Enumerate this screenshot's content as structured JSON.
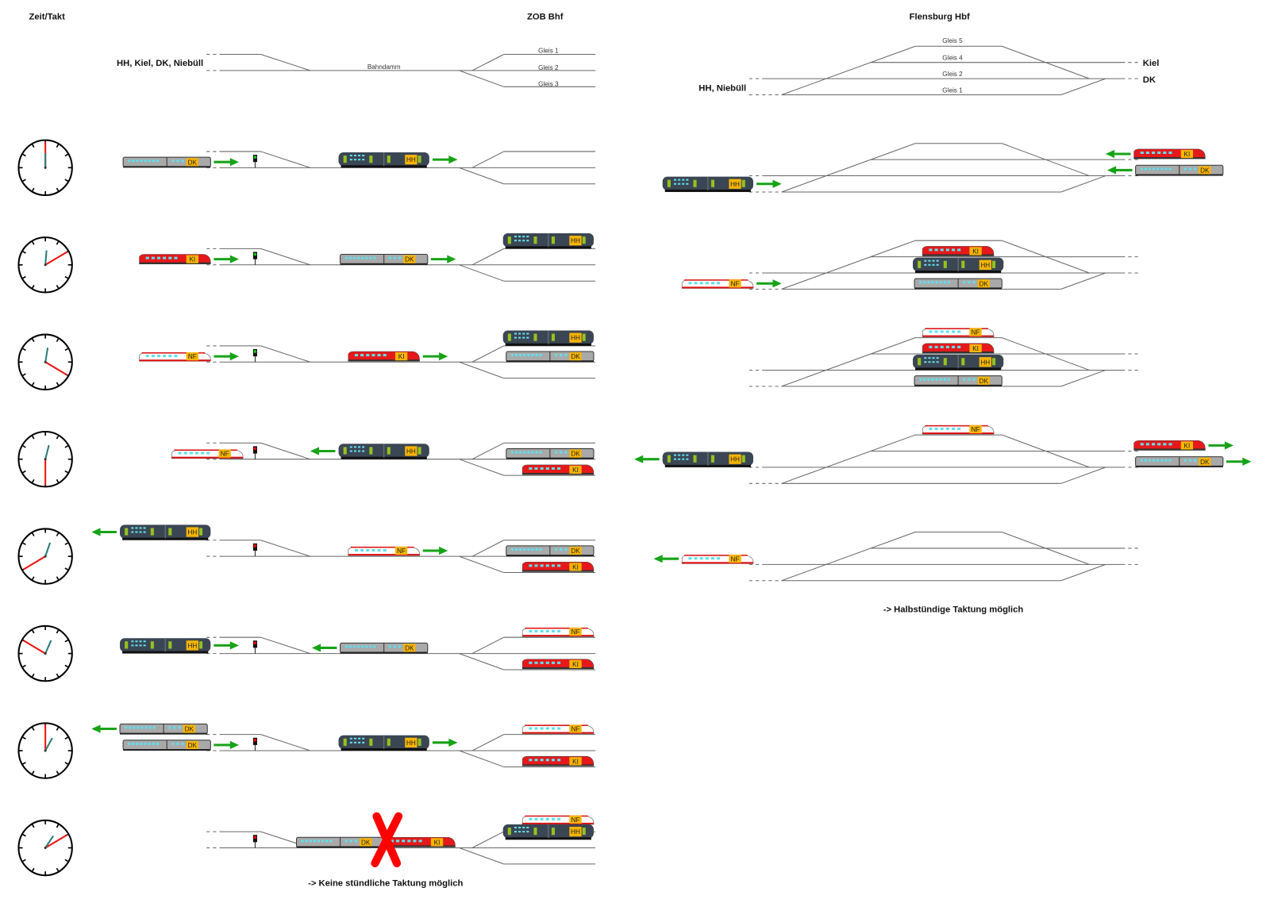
{
  "headers": {
    "time": "Zeit/Takt",
    "zob": "ZOB Bhf",
    "flensburg": "Flensburg Hbf"
  },
  "zob": {
    "directions": "HH, Kiel, DK, Niebüll",
    "bahndamm": "Bahndamm",
    "tracks": [
      "Gleis 1",
      "Gleis 2",
      "Gleis 3"
    ]
  },
  "flensburg": {
    "west_directions": "HH, Niebüll",
    "east_kiel": "Kiel",
    "east_dk": "DK",
    "tracks": {
      "g5": "Gleis 5",
      "g4": "Gleis 4",
      "g2": "Gleis 2",
      "g1": "Gleis 1"
    }
  },
  "conclusions": {
    "zob": "-> Keine stündliche Taktung möglich",
    "flensburg": "-> Halbstündige Taktung möglich"
  },
  "colors": {
    "hh": "#3b4654",
    "dk": "#a9a9a9",
    "ki": "#e5191b",
    "nf": "#ffffff",
    "tag": "#f7b500",
    "arrow": "#17a317",
    "minute_hand": "#ee1111",
    "hour_hand": "#2b7b7b"
  },
  "steps": [
    {
      "clock": {
        "hour": 12,
        "minute": 0
      },
      "signal": "green",
      "zob_trains": [
        {
          "type": "dk",
          "label": "DK",
          "loc": "approach",
          "dir": "right"
        },
        {
          "type": "hh",
          "label": "HH",
          "loc": "bahndamm",
          "dir": "right"
        }
      ],
      "flb_trains": [
        {
          "type": "hh",
          "label": "HH",
          "loc": "west-g1",
          "dir": "right"
        },
        {
          "type": "ki",
          "label": "KI",
          "loc": "east-g4",
          "dir": "left"
        },
        {
          "type": "dk",
          "label": "DK",
          "loc": "east-g2",
          "dir": "left"
        }
      ]
    },
    {
      "clock": {
        "hour": 12,
        "minute": 10
      },
      "signal": "green",
      "zob_trains": [
        {
          "type": "ki",
          "label": "KI",
          "loc": "approach",
          "dir": "right"
        },
        {
          "type": "dk",
          "label": "DK",
          "loc": "bahndamm",
          "dir": "right"
        },
        {
          "type": "hh",
          "label": "HH",
          "loc": "g1",
          "dir": null
        }
      ],
      "flb_trains": [
        {
          "type": "ki",
          "label": "KI",
          "loc": "g4",
          "dir": null
        },
        {
          "type": "hh",
          "label": "HH",
          "loc": "g2",
          "dir": null
        },
        {
          "type": "dk",
          "label": "DK",
          "loc": "g1",
          "dir": null
        },
        {
          "type": "nf",
          "label": "NF",
          "loc": "west-g1",
          "dir": "right"
        }
      ]
    },
    {
      "clock": {
        "hour": 12,
        "minute": 20
      },
      "signal": "green",
      "zob_trains": [
        {
          "type": "nf",
          "label": "NF",
          "loc": "approach",
          "dir": "right"
        },
        {
          "type": "ki",
          "label": "KI",
          "loc": "bahndamm",
          "dir": "right"
        },
        {
          "type": "hh",
          "label": "HH",
          "loc": "g1",
          "dir": null
        },
        {
          "type": "dk",
          "label": "DK",
          "loc": "g2",
          "dir": null
        }
      ],
      "flb_trains": [
        {
          "type": "nf",
          "label": "NF",
          "loc": "g5",
          "dir": null
        },
        {
          "type": "ki",
          "label": "KI",
          "loc": "g4",
          "dir": null
        },
        {
          "type": "hh",
          "label": "HH",
          "loc": "g2",
          "dir": null
        },
        {
          "type": "dk",
          "label": "DK",
          "loc": "g1",
          "dir": null
        }
      ]
    },
    {
      "clock": {
        "hour": 12,
        "minute": 30
      },
      "signal": "red",
      "zob_trains": [
        {
          "type": "nf",
          "label": "NF",
          "loc": "approach-signal",
          "dir": null
        },
        {
          "type": "hh",
          "label": "HH",
          "loc": "bahndamm",
          "dir": "left"
        },
        {
          "type": "dk",
          "label": "DK",
          "loc": "g2",
          "dir": null
        },
        {
          "type": "ki",
          "label": "KI",
          "loc": "g3",
          "dir": null
        }
      ],
      "flb_trains": [
        {
          "type": "nf",
          "label": "NF",
          "loc": "g5",
          "dir": null
        },
        {
          "type": "hh",
          "label": "HH",
          "loc": "west-g2",
          "dir": "left"
        },
        {
          "type": "ki",
          "label": "KI",
          "loc": "east-g4",
          "dir": "right"
        },
        {
          "type": "dk",
          "label": "DK",
          "loc": "east-g2",
          "dir": "right"
        }
      ]
    },
    {
      "clock": {
        "hour": 12,
        "minute": 40
      },
      "signal": "red",
      "zob_trains": [
        {
          "type": "hh",
          "label": "HH",
          "loc": "approach-upper-out",
          "dir": "left"
        },
        {
          "type": "nf",
          "label": "NF",
          "loc": "bahndamm",
          "dir": "right"
        },
        {
          "type": "dk",
          "label": "DK",
          "loc": "g2",
          "dir": null
        },
        {
          "type": "ki",
          "label": "KI",
          "loc": "g3",
          "dir": null
        }
      ],
      "flb_trains": [
        {
          "type": "nf",
          "label": "NF",
          "loc": "west-g2",
          "dir": "left"
        }
      ]
    },
    {
      "clock": {
        "hour": 12,
        "minute": 50
      },
      "signal": "red",
      "zob_trains": [
        {
          "type": "hh",
          "label": "HH",
          "loc": "approach",
          "dir": "right"
        },
        {
          "type": "dk",
          "label": "DK",
          "loc": "bahndamm",
          "dir": "left"
        },
        {
          "type": "nf",
          "label": "NF",
          "loc": "g1",
          "dir": null
        },
        {
          "type": "ki",
          "label": "KI",
          "loc": "g3",
          "dir": null
        }
      ],
      "flb_trains": []
    },
    {
      "clock": {
        "hour": 13,
        "minute": 0
      },
      "signal": "red",
      "zob_trains": [
        {
          "type": "dk",
          "label": "DK",
          "loc": "approach-upper-out",
          "dir": "left"
        },
        {
          "type": "dk",
          "label": "DK",
          "loc": "approach",
          "dir": "right"
        },
        {
          "type": "hh",
          "label": "HH",
          "loc": "bahndamm",
          "dir": "right"
        },
        {
          "type": "nf",
          "label": "NF",
          "loc": "g1",
          "dir": null
        },
        {
          "type": "ki",
          "label": "KI",
          "loc": "g3",
          "dir": null
        }
      ],
      "flb_trains": []
    },
    {
      "clock": {
        "hour": 13,
        "minute": 10
      },
      "signal": "red",
      "blocked": true,
      "zob_trains": [
        {
          "type": "dk",
          "label": "DK",
          "loc": "blocked-rear",
          "dir": null
        },
        {
          "type": "ki",
          "label": "KI",
          "loc": "blocked-front",
          "dir": null
        },
        {
          "type": "nf",
          "label": "NF",
          "loc": "g1-high",
          "dir": null
        },
        {
          "type": "hh",
          "label": "HH",
          "loc": "g2-right",
          "dir": null
        }
      ],
      "flb_trains": []
    }
  ]
}
